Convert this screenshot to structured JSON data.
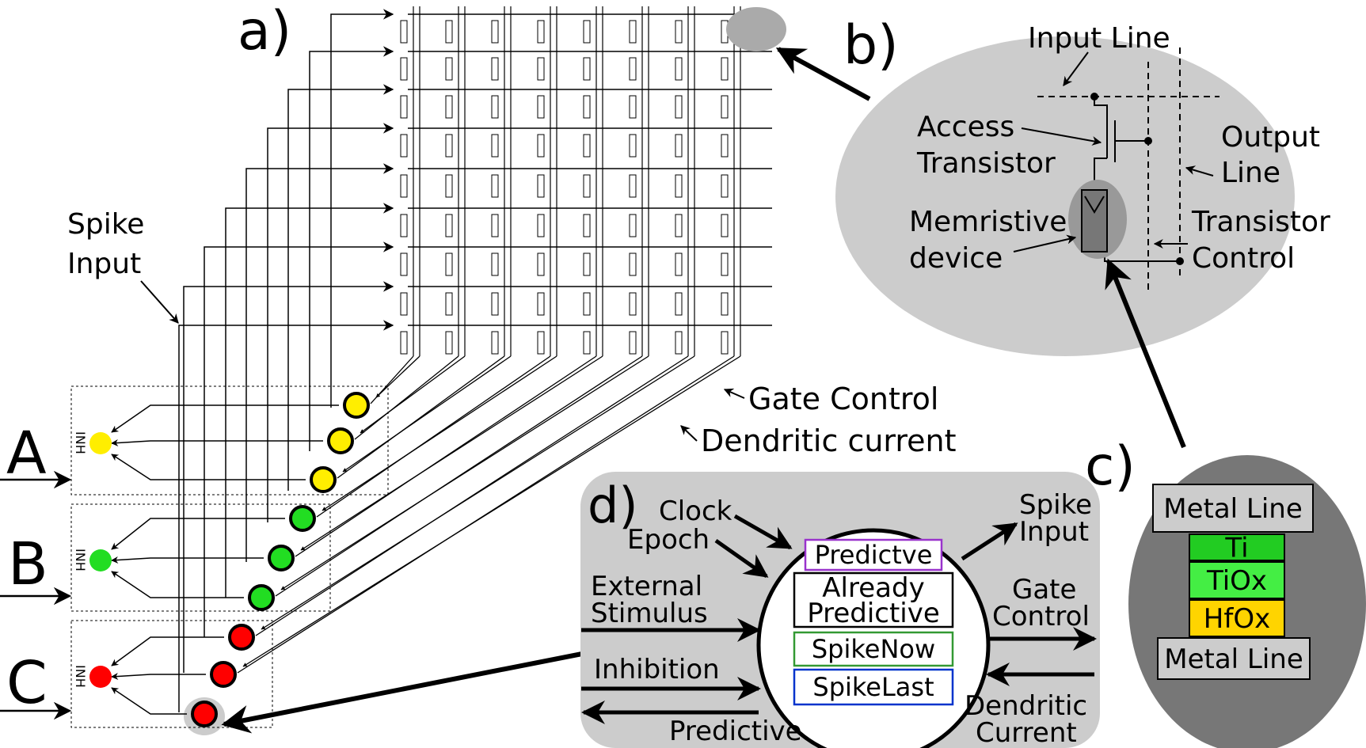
{
  "panels": {
    "a": "a)",
    "b": "b)",
    "c": "c)",
    "d": "d)"
  },
  "grid_labels": {
    "spike_input": [
      "Spike",
      "Input"
    ],
    "gate_control": "Gate Control",
    "dendritic_current": "Dendritic current",
    "inh": "INH"
  },
  "minicolumns": [
    {
      "label": "A",
      "color": "#ffee00"
    },
    {
      "label": "B",
      "color": "#22dd22"
    },
    {
      "label": "C",
      "color": "#ff0000"
    }
  ],
  "cell_b": {
    "input_line": "Input Line",
    "access_transistor": [
      "Access",
      "Transistor"
    ],
    "output_line": [
      "Output",
      "Line"
    ],
    "memristive_device": [
      "Memristive",
      "device"
    ],
    "transistor_control": [
      "Transistor",
      "Control"
    ]
  },
  "stack_c": {
    "layers": [
      {
        "label": "Metal Line",
        "color": "#cccccc"
      },
      {
        "label": "Ti",
        "color": "#22cc22"
      },
      {
        "label": "TiOx",
        "color": "#44ee44"
      },
      {
        "label": "HfOx",
        "color": "#ffd400"
      },
      {
        "label": "Metal Line",
        "color": "#cccccc"
      }
    ]
  },
  "neuron_d": {
    "clock": "Clock",
    "epoch": "Epoch",
    "external_stimulus": [
      "External",
      "Stimulus"
    ],
    "inhibition": "Inhibition",
    "predictive_out": "Predictive",
    "spike_input": [
      "Spike",
      "Input"
    ],
    "gate_control": [
      "Gate",
      "Control"
    ],
    "dendritic_current": [
      "Dendritic",
      "Current"
    ],
    "states": [
      {
        "label": "Predictve",
        "color": "#9933cc"
      },
      {
        "label": "Already Predictive",
        "color": "#000000"
      },
      {
        "label": "SpikeNow",
        "color": "#339933"
      },
      {
        "label": "SpikeLast",
        "color": "#0033cc"
      }
    ]
  },
  "colors": {
    "bubble_light": "#cccccc",
    "bubble_dark": "#777777"
  }
}
